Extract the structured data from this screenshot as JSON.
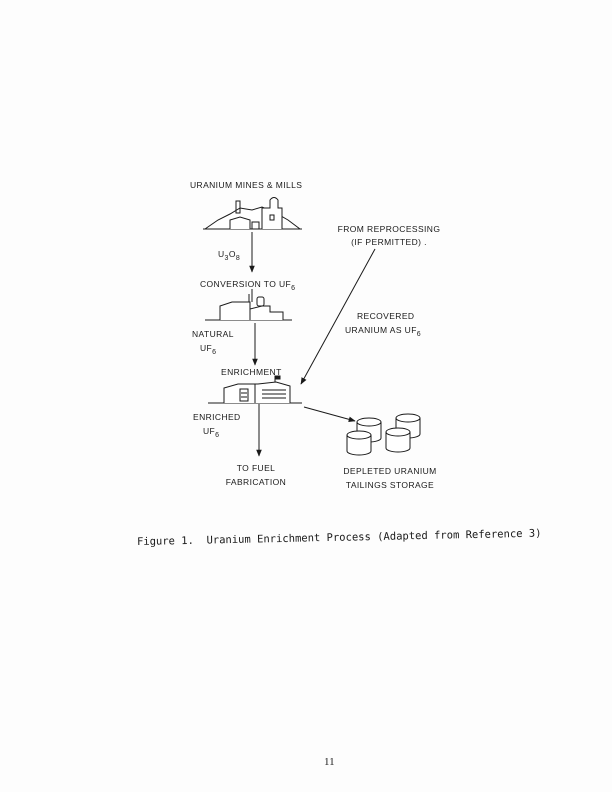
{
  "diagram": {
    "mines_label": "URANIUM MINES & MILLS",
    "u3o8": {
      "u": "U",
      "s1": "3",
      "o": "O",
      "s2": "8"
    },
    "conversion": {
      "text": "CONVERSION TO UF",
      "sub": "6"
    },
    "natural": {
      "line1": "NATURAL",
      "line2": "UF",
      "sub": "6"
    },
    "enrichment_label": "ENRICHMENT",
    "enriched": {
      "line1": "ENRICHED",
      "line2": "UF",
      "sub": "6"
    },
    "fuel": {
      "line1": "TO FUEL",
      "line2": "FABRICATION"
    },
    "reprocessing": {
      "line1": "FROM REPROCESSING",
      "line2": "(IF PERMITTED) ."
    },
    "recovered": {
      "line1": "RECOVERED",
      "line2": "URANIUM AS UF",
      "sub": "6"
    },
    "depleted": {
      "line1": "DEPLETED URANIUM",
      "line2": "TAILINGS STORAGE"
    }
  },
  "caption": "Figure 1.  Uranium Enrichment Process (Adapted from Reference 3)",
  "page_number": "11"
}
